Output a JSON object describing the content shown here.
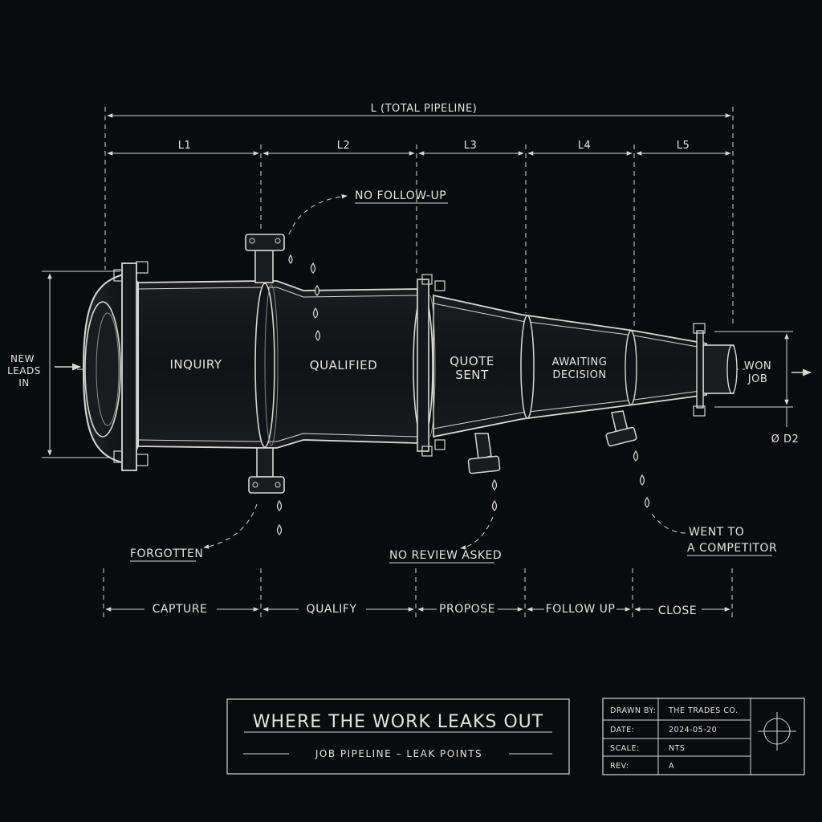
{
  "dimensions": {
    "total": "L (TOTAL PIPELINE)",
    "segments": [
      "L1",
      "L2",
      "L3",
      "L4",
      "L5"
    ],
    "diameter_out": "Ø D2"
  },
  "io": {
    "input_line1": "NEW",
    "input_line2": "LEADS",
    "input_line3": "IN",
    "output_line1": "WON",
    "output_line2": "JOB"
  },
  "pipe_stages": [
    "INQUIRY",
    "QUALIFIED",
    "QUOTE SENT",
    "AWAITING DECISION"
  ],
  "leaks": {
    "no_follow_up": "NO FOLLOW-UP",
    "forgotten": "FORGOTTEN",
    "no_review_asked": "NO REVIEW ASKED",
    "went_to_competitor_line1": "WENT TO",
    "went_to_competitor_line2": "A COMPETITOR"
  },
  "phases": [
    "CAPTURE",
    "QUALIFY",
    "PROPOSE",
    "FOLLOW UP",
    "CLOSE"
  ],
  "title_block": {
    "title": "WHERE THE WORK LEAKS OUT",
    "subtitle": "JOB PIPELINE – LEAK POINTS",
    "drawn_by_label": "DRAWN BY:",
    "drawn_by": "THE TRADES CO.",
    "date_label": "DATE:",
    "date": "2024-05-20",
    "scale_label": "SCALE:",
    "scale": "NTS",
    "rev_label": "REV:",
    "rev": "A"
  }
}
